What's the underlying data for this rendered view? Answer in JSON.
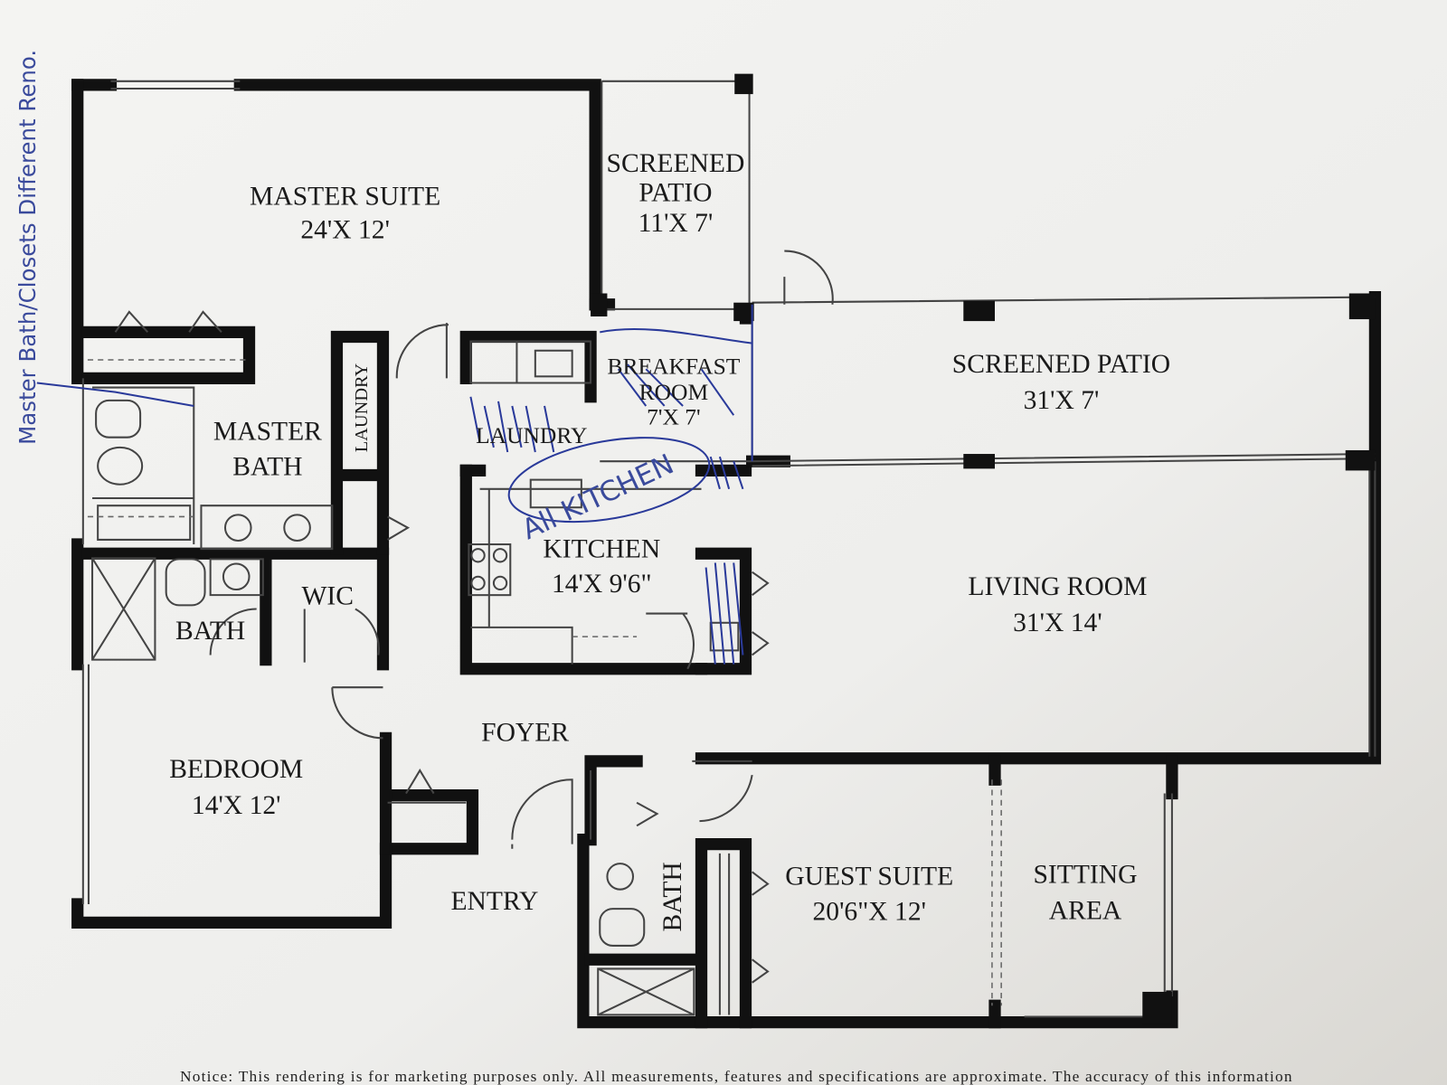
{
  "rooms": {
    "master_suite": {
      "name": "MASTER SUITE",
      "size": "24'X 12'"
    },
    "screened_patio_small": {
      "name1": "SCREENED",
      "name2": "PATIO",
      "size": "11'X 7'"
    },
    "breakfast_room": {
      "name1": "BREAKFAST",
      "name2": "ROOM",
      "size": "7'X 7'"
    },
    "screened_patio_large": {
      "name": "SCREENED PATIO",
      "size": "31'X 7'"
    },
    "master_bath": {
      "name1": "MASTER",
      "name2": "BATH"
    },
    "laundry_closet": {
      "name": "LAUNDRY"
    },
    "laundry": {
      "name": "LAUNDRY"
    },
    "kitchen": {
      "name": "KITCHEN",
      "size": "14'X 9'6\""
    },
    "living_room": {
      "name": "LIVING ROOM",
      "size": "31'X 14'"
    },
    "bath": {
      "name": "BATH"
    },
    "wic": {
      "name": "WIC"
    },
    "bedroom": {
      "name": "BEDROOM",
      "size": "14'X 12'"
    },
    "foyer": {
      "name": "FOYER"
    },
    "entry": {
      "name": "ENTRY"
    },
    "guest_bath": {
      "name": "BATH"
    },
    "guest_suite": {
      "name": "GUEST SUITE",
      "size": "20'6\"X 12'"
    },
    "sitting_area": {
      "name1": "SITTING",
      "name2": "AREA"
    }
  },
  "annotations": {
    "margin_note": "Master Bath/Closets Different Reno.",
    "kitchen_note": "All KITCHEN",
    "ink_color": "#2a3a9a"
  },
  "notice": "Notice: This rendering is for marketing purposes only. All measurements, features and specifications are approximate. The accuracy of this information"
}
